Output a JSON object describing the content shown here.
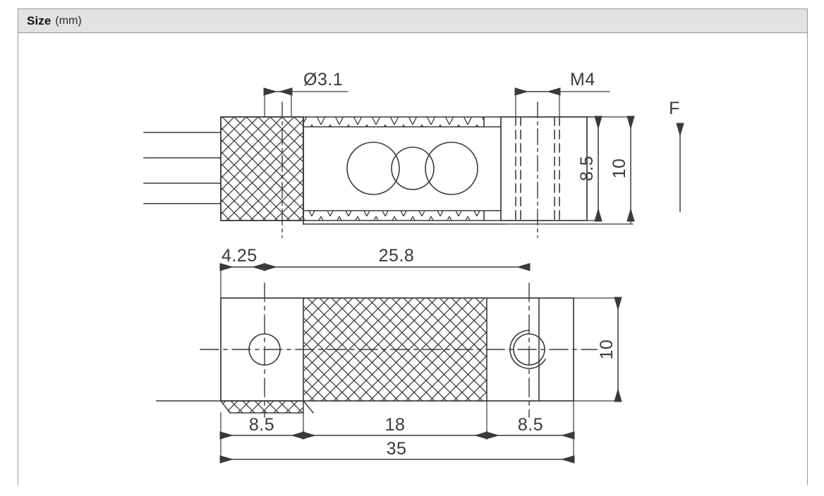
{
  "header": {
    "title": "Size",
    "unit": "(mm)"
  },
  "drawing": {
    "type": "engineering-dimension-drawing",
    "subject": "beam load cell",
    "views": [
      {
        "name": "side-view",
        "position": "top"
      },
      {
        "name": "top-view",
        "position": "bottom"
      }
    ],
    "dimensions": {
      "hole_diameter": "Ø3.1",
      "thread": "M4",
      "side_height_inner": "8.5",
      "side_height_total": "10",
      "force_label": "F",
      "top_offset": "4.25",
      "top_span": "25.8",
      "top_left_segment": "8.5",
      "top_middle_segment": "18",
      "top_right_segment": "8.5",
      "top_overall_length": "35",
      "top_width": "10"
    },
    "colors": {
      "line": "#3a3a3a",
      "header_bg": "#e2e2e2",
      "border": "#9a9a9a",
      "text": "#121212"
    },
    "cable_count": 4
  }
}
